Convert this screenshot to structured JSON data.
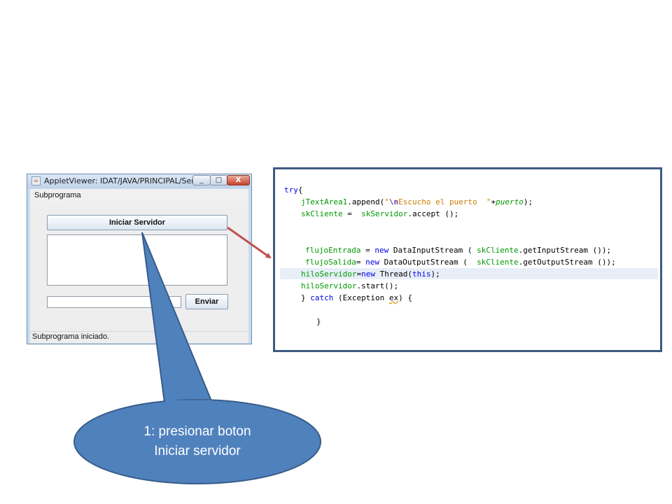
{
  "window": {
    "title": "AppletViewer: IDAT/JAVA/PRINCIPAL/Serv...",
    "icon": "java-cup-icon",
    "controls": {
      "minimize": "_",
      "maximize": "□",
      "close": "X"
    },
    "menu": [
      "Subprograma"
    ],
    "buttons": {
      "iniciar": "Iniciar  Servidor",
      "enviar": "Enviar"
    },
    "text_area_value": "",
    "text_field_value": "",
    "status": "Subprograma iniciado."
  },
  "code": {
    "l1_kw": "try",
    "l1_rest": "{",
    "l2_field": "jTextArea1",
    "l2_mid": ".append(",
    "l2_str_open": "\"",
    "l2_esc": "\\n",
    "l2_str": "Escucho el puerto  \"",
    "l2_plus": "+",
    "l2_var": "puerto",
    "l2_end": ");",
    "l3_field": "skCliente",
    "l3_mid": " =  ",
    "l3_field2": "skServidor",
    "l3_end": ".accept ();",
    "l4_field": "flujoEntrada",
    "l4_mid": " = ",
    "l4_kw": "new",
    "l4_type": " DataInputStream ( ",
    "l4_field2": "skCliente",
    "l4_end": ".getInputStream ());",
    "l5_field": "flujoSalida",
    "l5_mid": "= ",
    "l5_kw": "new",
    "l5_type": " DataOutputStream (  ",
    "l5_field2": "skCliente",
    "l5_end": ".getOutputStream ());",
    "l6_field": "hiloServidor",
    "l6_mid": "=",
    "l6_kw": "new",
    "l6_type": " Thread(",
    "l6_kw2": "this",
    "l6_end": ");",
    "l7_field": "hiloServidor",
    "l7_end": ".start();",
    "l8_start": "} ",
    "l8_kw": "catch",
    "l8_mid": " (Exception ",
    "l8_var": "ex",
    "l8_end": ") {",
    "l9": "}"
  },
  "callout": {
    "line1": "1:  presionar boton",
    "line2": "Iniciar servidor",
    "fill": "#4f81bd",
    "stroke": "#385d8a"
  },
  "arrow": {
    "color": "#c0504d"
  }
}
